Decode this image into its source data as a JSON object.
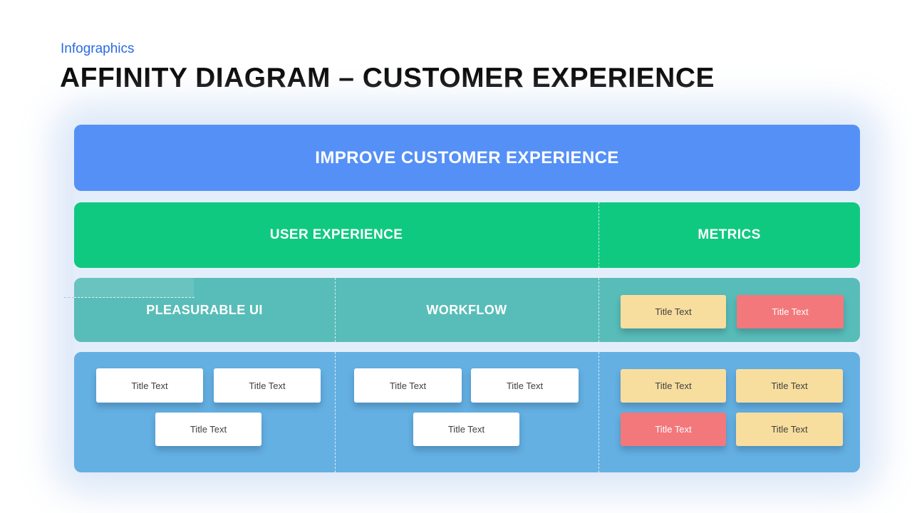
{
  "header": {
    "eyebrow": "Infographics",
    "title": "AFFINITY DIAGRAM – CUSTOMER EXPERIENCE"
  },
  "diagram": {
    "root_label": "IMPROVE CUSTOMER EXPERIENCE",
    "groups": [
      {
        "label": "USER EXPERIENCE"
      },
      {
        "label": "METRICS"
      }
    ],
    "subgroups": [
      {
        "label": "PLEASURABLE UI"
      },
      {
        "label": "WORKFLOW"
      }
    ],
    "metrics_header_cards": [
      {
        "label": "Title Text",
        "color": "yellow"
      },
      {
        "label": "Title Text",
        "color": "red"
      }
    ],
    "pleasurable_ui_cards": [
      {
        "label": "Title Text",
        "color": "white"
      },
      {
        "label": "Title Text",
        "color": "white"
      },
      {
        "label": "Title Text",
        "color": "white"
      }
    ],
    "workflow_cards": [
      {
        "label": "Title Text",
        "color": "white"
      },
      {
        "label": "Title Text",
        "color": "white"
      },
      {
        "label": "Title Text",
        "color": "white"
      }
    ],
    "metrics_cards": [
      {
        "label": "Title Text",
        "color": "yellow"
      },
      {
        "label": "Title Text",
        "color": "yellow"
      },
      {
        "label": "Title Text",
        "color": "red"
      },
      {
        "label": "Title Text",
        "color": "yellow"
      }
    ]
  },
  "colors": {
    "root_blue": "#5590f7",
    "group_green": "#10c981",
    "subgroup_teal": "#58bdb8",
    "cards_panel_blue": "#64b0e3",
    "note_yellow": "#f8de9e",
    "note_red": "#f3787b",
    "note_white": "#ffffff",
    "eyebrow_blue": "#2a6be1",
    "halo_blue": "#dfedfa",
    "title_black": "#0a0a0a"
  }
}
